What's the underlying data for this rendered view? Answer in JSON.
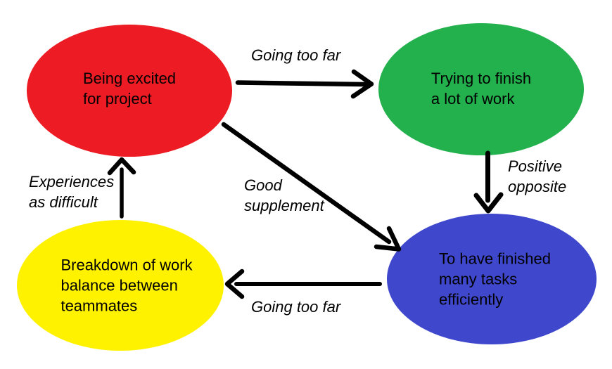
{
  "diagram": {
    "background_color": "#ffffff",
    "arrow_color": "#000000",
    "nodes": {
      "excited": {
        "label": "Being excited\nfor project",
        "color": "#ED1C24",
        "color_name": "red"
      },
      "trying": {
        "label": "Trying to finish\na lot of work",
        "color": "#22B14C",
        "color_name": "green"
      },
      "breakdown": {
        "label": "Breakdown of work\nbalance between\nteammates",
        "color": "#FFF200",
        "color_name": "yellow"
      },
      "finished": {
        "label": "To have finished\nmany tasks efficiently",
        "color": "#3F48CC",
        "color_name": "blue"
      }
    },
    "edges": {
      "excited_to_trying": {
        "from": "excited",
        "to": "trying",
        "label": "Going too far"
      },
      "trying_to_finished": {
        "from": "trying",
        "to": "finished",
        "label": "Positive\nopposite"
      },
      "excited_to_finished": {
        "from": "excited",
        "to": "finished",
        "label": "Good\nsupplement"
      },
      "finished_to_breakdown": {
        "from": "finished",
        "to": "breakdown",
        "label": "Going too far"
      },
      "breakdown_to_excited": {
        "from": "breakdown",
        "to": "excited",
        "label": "Experiences\nas difficult"
      }
    }
  }
}
